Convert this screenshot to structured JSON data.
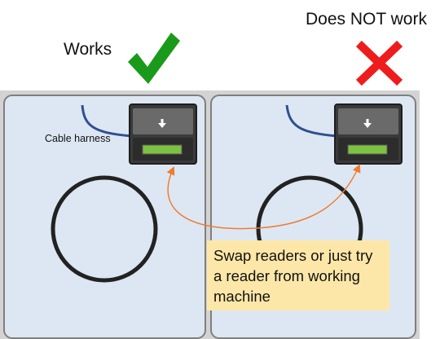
{
  "labels": {
    "works": "Works",
    "does_not_work": "Does NOT work",
    "cable_harness": "Cable harness"
  },
  "note": {
    "lines": [
      "Swap readers or just try",
      "a reader from working",
      "machine"
    ]
  },
  "icons": {
    "works": "check-mark-icon",
    "does_not_work": "cross-mark-icon"
  },
  "colors": {
    "panel_fill": "#dde7f3",
    "panel_border": "#7f7f7f",
    "frame": "#d3d3d3",
    "drum_ring": "#222222",
    "cable": "#2f4f8f",
    "reader_body": "#505050",
    "reader_slot": "#7cc142",
    "arrow": "#ed7d31",
    "check": "#1a9a1a",
    "cross": "#ee1c1c",
    "note_fill": "#fde7a8"
  }
}
